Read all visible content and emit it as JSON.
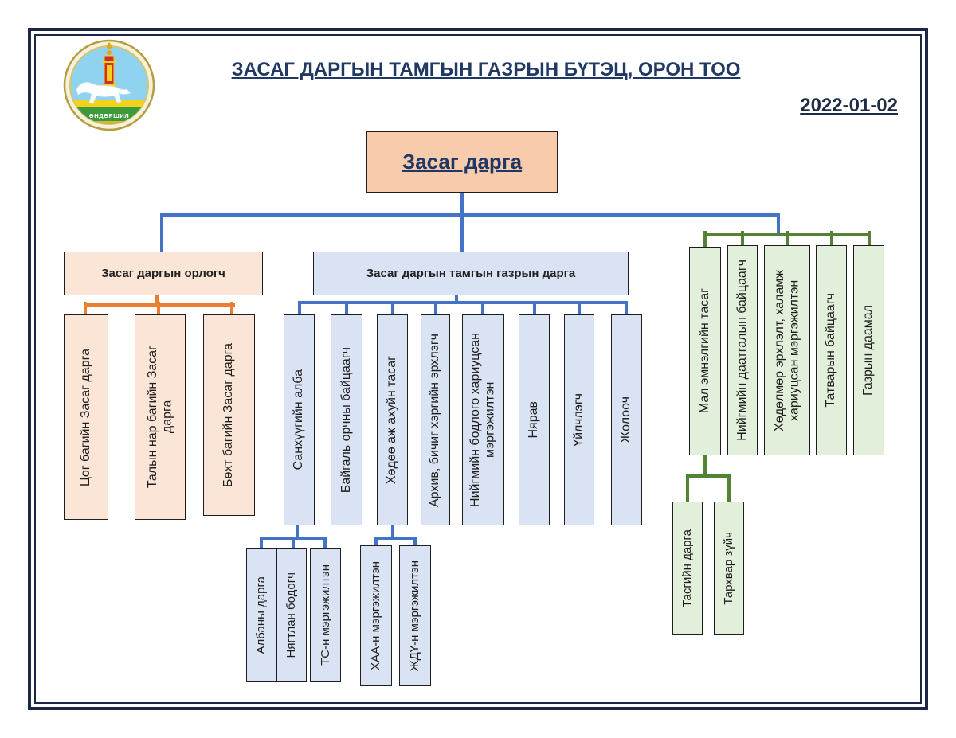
{
  "header": {
    "title": "ЗАСАГ ДАРГЫН ТАМГЫН ГАЗРЫН БҮТЭЦ, ОРОН ТОО",
    "date": "2022-01-02"
  },
  "logo": {
    "text": "ӨНДӨРШИЛ",
    "icon": "soum-emblem-horse-soyombo"
  },
  "colors": {
    "title": "#1f3864",
    "frame": "#1c2647",
    "line_blue": "#4472c4",
    "line_orange": "#ed7d31",
    "line_green": "#548235",
    "head_fill": "#f8cbad",
    "deputy_fill": "#fbe5d6",
    "office_fill": "#dae3f3",
    "direct_fill": "#e2efda"
  },
  "org": {
    "head": "Засаг дарга",
    "deputy": {
      "title": "Засаг даргын орлогч",
      "units": [
        "Цог багийн Засаг дарга",
        "Талын нар багийн Засаг\nдарга",
        "Бөхт багийн Засаг дарга"
      ]
    },
    "office": {
      "title": "Засаг даргын тамгын газрын дарга",
      "units": [
        {
          "name": "Санхүүгийн алба",
          "sub": [
            "Албаны дарга",
            "Нягтлан бодогч",
            "ТС-н мэргэжилтэн"
          ]
        },
        {
          "name": "Байгаль орчны байцаагч"
        },
        {
          "name": "Хөдөө аж ахуйн тасаг",
          "sub": [
            "ХАА-н мэргэжилтэн",
            "ЖДҮ-н мэргэжилтэн"
          ]
        },
        {
          "name": "Архив, бичиг хэргийн эрхлэгч"
        },
        {
          "name": "Нийгмийн бодлого хариуцсан\nмэргэжилтэн"
        },
        {
          "name": "Нярав"
        },
        {
          "name": "Үйлчлэгч"
        },
        {
          "name": "Жолооч"
        }
      ]
    },
    "direct": {
      "units": [
        {
          "name": "Мал эмнэлгийн тасаг",
          "sub": [
            "Тасгийн дарга",
            "Тархвар зүйч"
          ]
        },
        {
          "name": "Нийгмийн даатгалын байцаагч"
        },
        {
          "name": "Хөдөлмөр эрхлэлт, халамж\nхариуцсан мэргэжилтэн"
        },
        {
          "name": "Татварын байцаагч"
        },
        {
          "name": "Газрын даамал"
        }
      ]
    }
  }
}
